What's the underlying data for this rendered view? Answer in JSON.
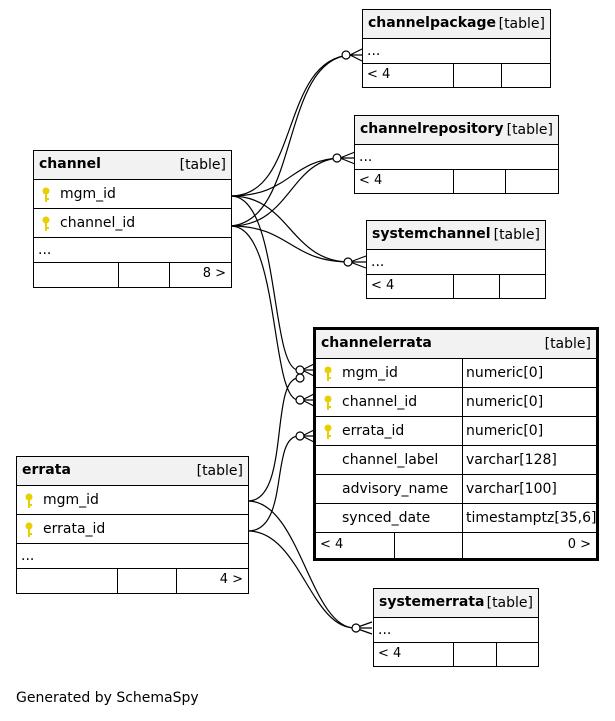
{
  "tag": "[table]",
  "footer_text": "Generated by SchemaSpy",
  "key_color": "#e8d000",
  "tables": {
    "channelpackage": {
      "name": "channelpackage",
      "ellipsis": "...",
      "foot_left": "< 4"
    },
    "channelrepository": {
      "name": "channelrepository",
      "ellipsis": "...",
      "foot_left": "< 4"
    },
    "systemchannel": {
      "name": "systemchannel",
      "ellipsis": "...",
      "foot_left": "< 4"
    },
    "systemerrata": {
      "name": "systemerrata",
      "ellipsis": "...",
      "foot_left": "< 4"
    },
    "channel": {
      "name": "channel",
      "columns": [
        "mgm_id",
        "channel_id"
      ],
      "ellipsis": "...",
      "foot_right": "8 >"
    },
    "errata": {
      "name": "errata",
      "columns": [
        "mgm_id",
        "errata_id"
      ],
      "ellipsis": "...",
      "foot_right": "4 >"
    },
    "channelerrata": {
      "name": "channelerrata",
      "columns": [
        {
          "name": "mgm_id",
          "type": "numeric[0]",
          "key": true
        },
        {
          "name": "channel_id",
          "type": "numeric[0]",
          "key": true
        },
        {
          "name": "errata_id",
          "type": "numeric[0]",
          "key": true
        },
        {
          "name": "channel_label",
          "type": "varchar[128]",
          "key": false
        },
        {
          "name": "advisory_name",
          "type": "varchar[100]",
          "key": false
        },
        {
          "name": "synced_date",
          "type": "timestamptz[35,6]",
          "key": false
        }
      ],
      "foot_left": "< 4",
      "foot_right": "0 >"
    }
  }
}
